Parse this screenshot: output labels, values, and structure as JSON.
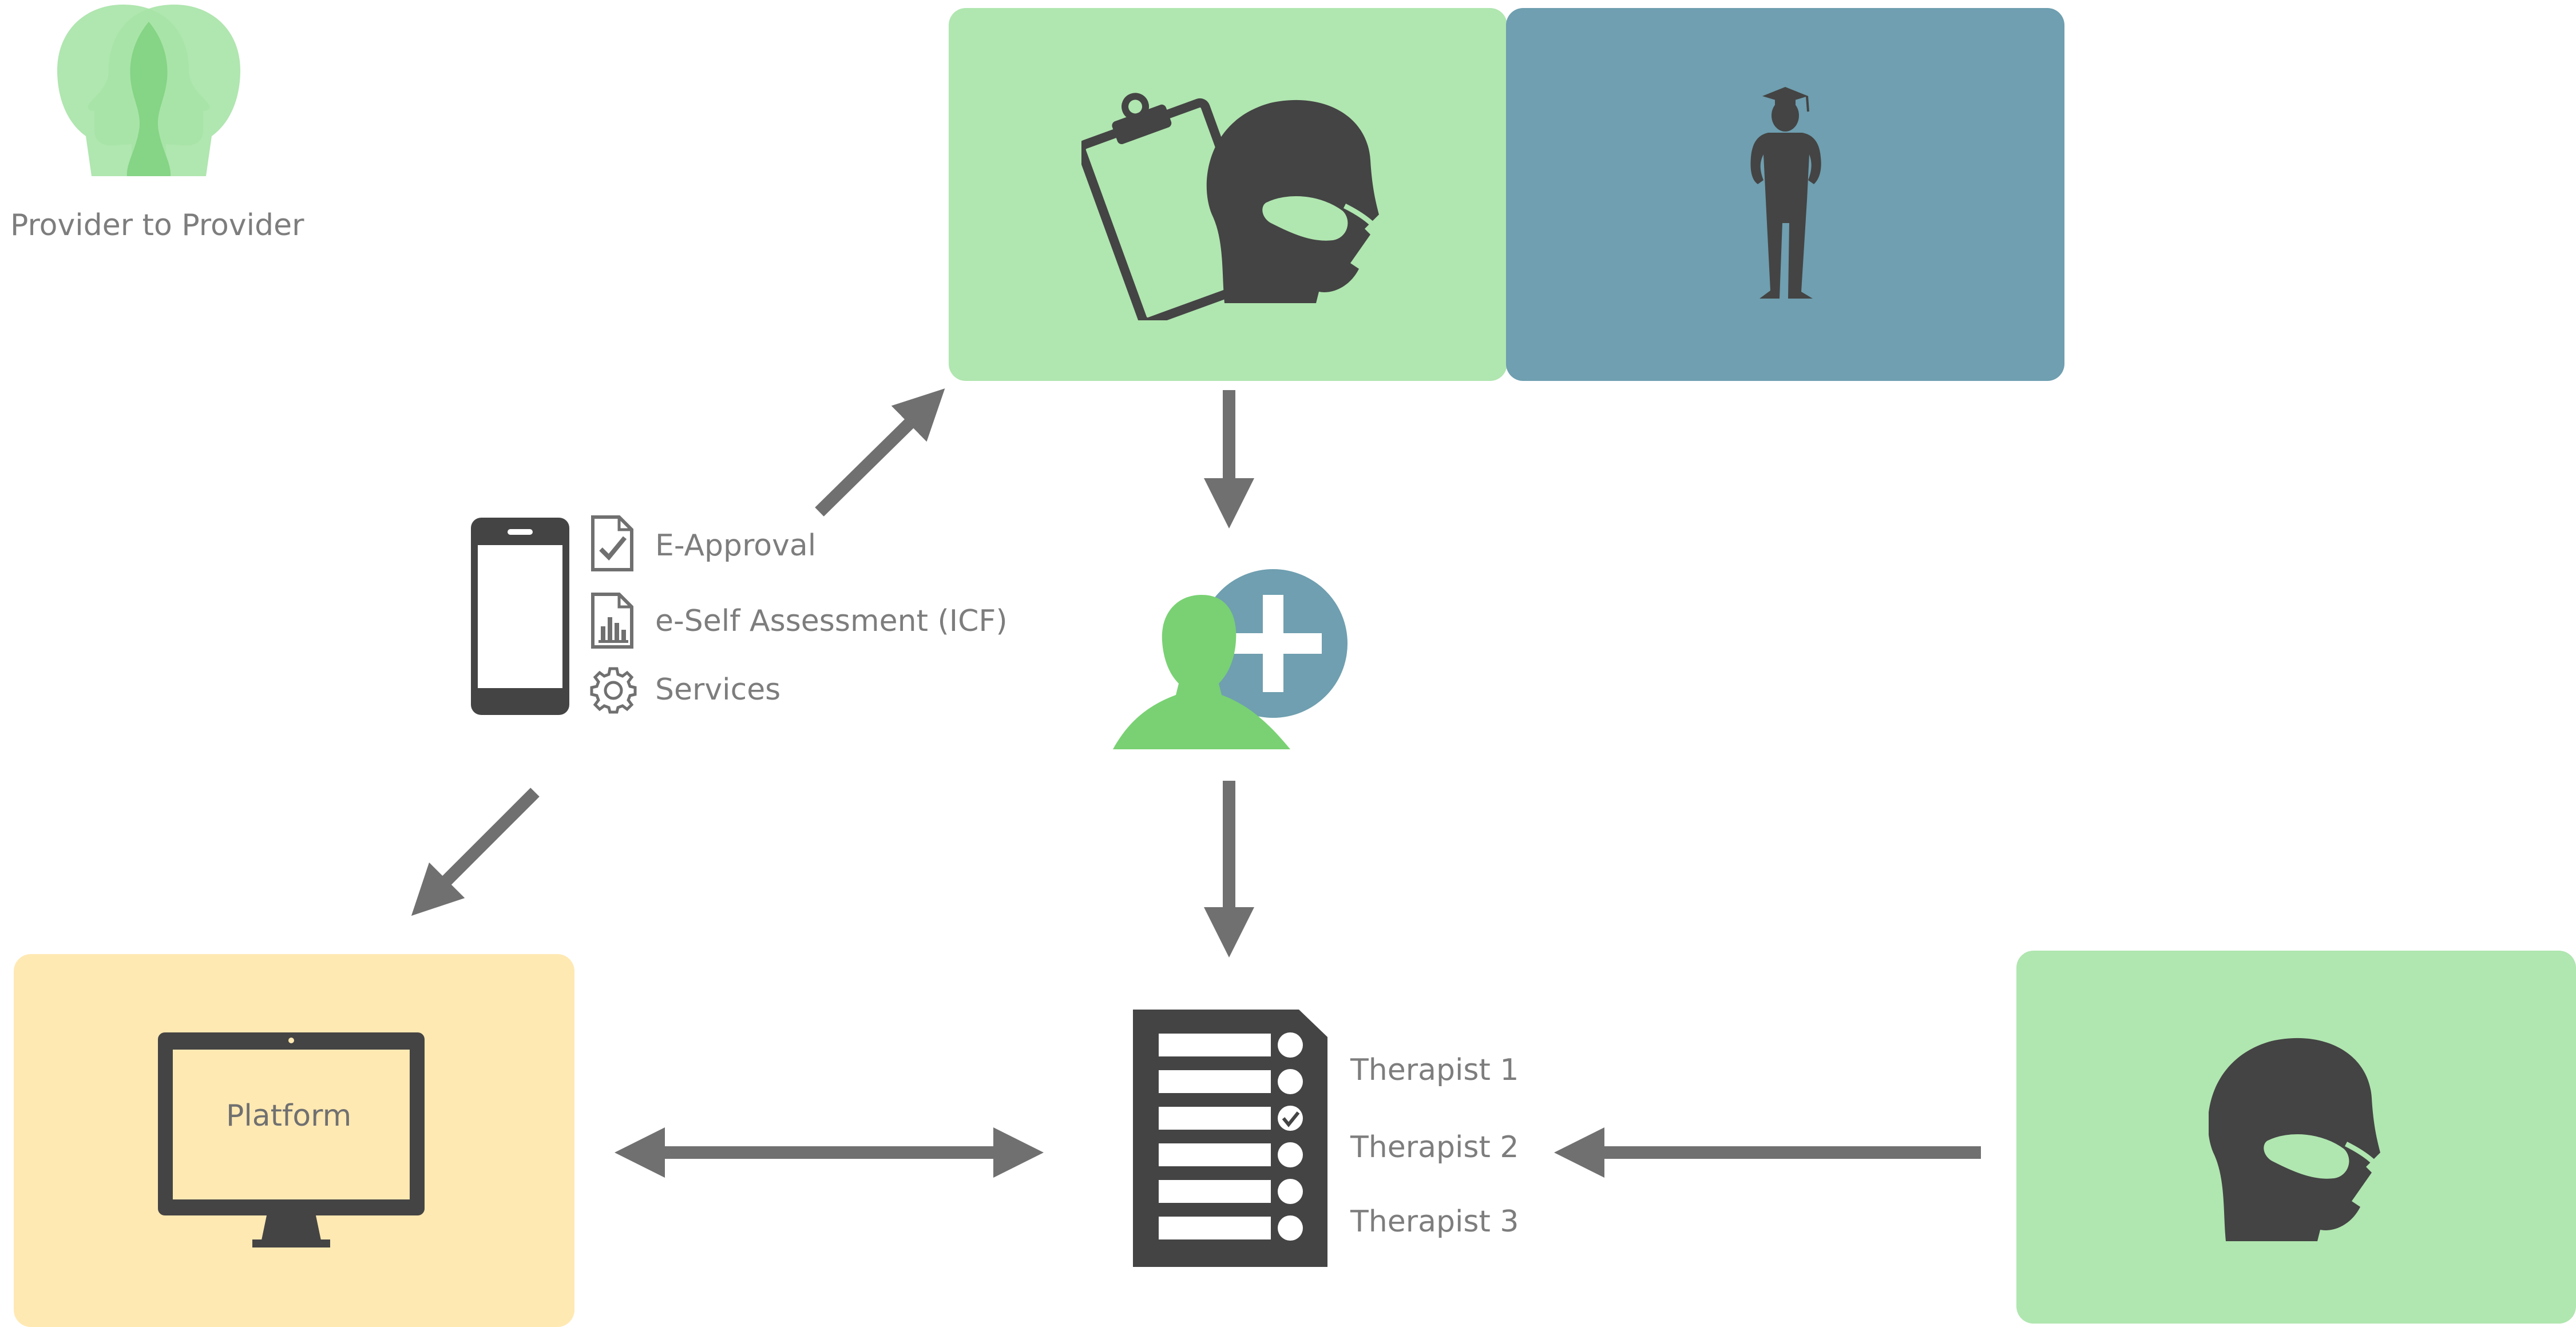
{
  "legend": {
    "label": "Provider to Provider"
  },
  "mobile_menu": {
    "items": [
      {
        "label": "E-Approval",
        "icon": "document-check-icon"
      },
      {
        "label": "e-Self Assessment (ICF)",
        "icon": "document-chart-icon"
      },
      {
        "label": "Services",
        "icon": "gear-icon"
      }
    ]
  },
  "platform": {
    "label": "Platform"
  },
  "therapist_list": {
    "items": [
      "Therapist 1",
      "Therapist 2",
      "Therapist 3"
    ],
    "selected": "Therapist 2"
  },
  "colors": {
    "green_panel": "#b0e6b0",
    "blue_panel": "#6f9fb0",
    "yellow_panel": "#ffe9b3",
    "icon_dark": "#444444",
    "arrow": "#707070",
    "user_green": "#79d173",
    "text_gray": "#7d7d7d"
  }
}
